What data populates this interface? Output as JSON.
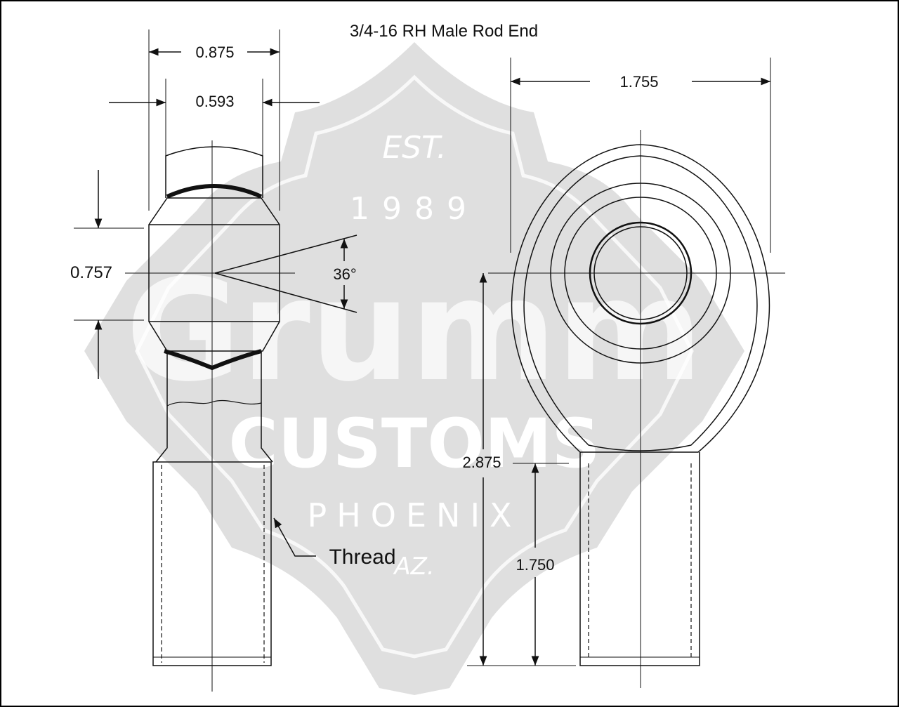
{
  "title": "3/4-16 RH Male Rod End",
  "dimensions": {
    "overall_width_side": "0.875",
    "ball_width": "0.593",
    "ball_height": "0.757",
    "misalignment_angle": "36°",
    "head_width": "1.755",
    "center_to_end": "2.875",
    "thread_length": "1.750"
  },
  "callouts": {
    "thread": "Thread"
  },
  "watermark": {
    "est": "EST.",
    "year": "1989",
    "brand": "Grumm",
    "customs": "CUSTOMS",
    "city": "PHOENIX",
    "state": "AZ."
  },
  "colors": {
    "line": "#111111",
    "watermark": "#d9d9d9",
    "watermark_text": "#ffffff",
    "border": "#000000"
  }
}
